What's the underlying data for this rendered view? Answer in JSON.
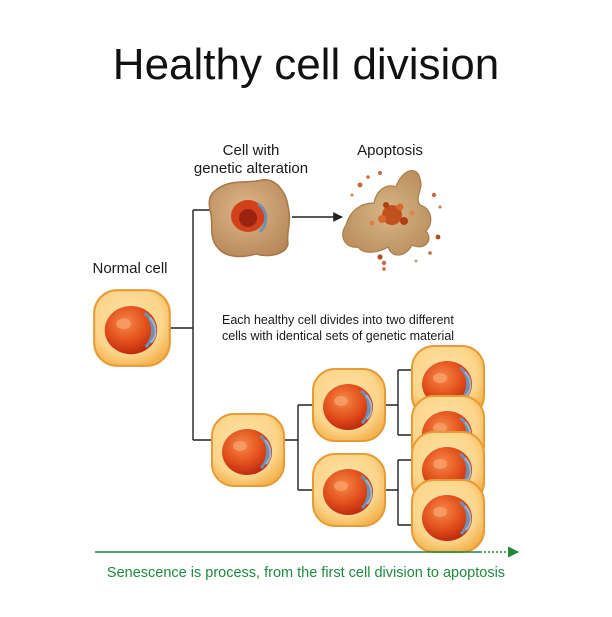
{
  "title": "Healthy cell division",
  "labels": {
    "normal_cell": "Normal cell",
    "altered_cell_line1": "Cell with",
    "altered_cell_line2": "genetic alteration",
    "apoptosis": "Apoptosis",
    "division_note_line1": "Each healthy cell divides into two different",
    "division_note_line2": "cells with identical sets of genetic material"
  },
  "timeline": {
    "caption": "Senescence is process, from the first cell division to apoptosis",
    "color": "#1f8a3c"
  },
  "colors": {
    "cell_membrane": "#f5b350",
    "cell_cytoplasm": "#fbd58a",
    "nucleus": "#e8531f",
    "nucleus_dark": "#b8240e",
    "altered_cell": "#c79a6a",
    "apoptosis_body": "#c7a173",
    "line": "#222222"
  }
}
